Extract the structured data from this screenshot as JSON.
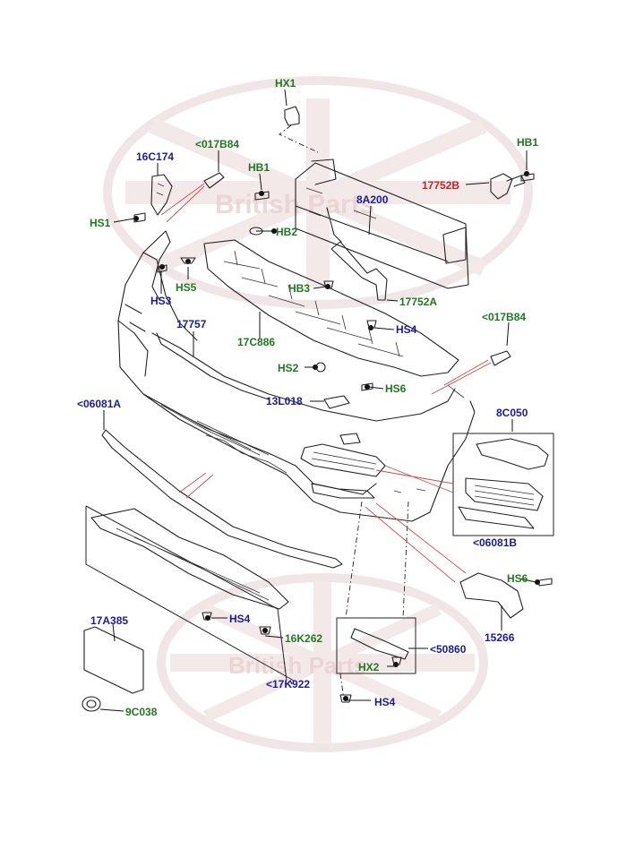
{
  "watermark": {
    "text": "British Parts",
    "color": "#d9b6b6"
  },
  "colors": {
    "blue": "#1a1aa6",
    "green": "#1f7a1f",
    "red": "#d61c1c",
    "line": "#222222",
    "redline": "#d84a4a"
  },
  "labels": {
    "hx1": "HX1",
    "hb1_right": "HB1",
    "c16c174": "16C174",
    "c017b84_top": "<017B84",
    "hb1_left": "HB1",
    "b17752": "17752B",
    "hs1": "HS1",
    "a8a200": "8A200",
    "hb2": "HB2",
    "hs5": "HS5",
    "hs3": "HS3",
    "hb3": "HB3",
    "a17752": "17752A",
    "hs4_mid": "HS4",
    "c017b84_right": "<017B84",
    "c17757": "17757",
    "c17c886": "17C886",
    "hs2": "HS2",
    "hs6_mid": "HS6",
    "c13l018": "13L018",
    "c06081a": "<06081A",
    "c8c050": "8C050",
    "c06081b": "<06081B",
    "hs6_right": "HS6",
    "c15266": "15266",
    "c17a385": "17A385",
    "hs4_plate": "HS4",
    "c16k262": "16K262",
    "c50860": "<50860",
    "hx2": "HX2",
    "c17k922": "<17K922",
    "hs4_bottom": "HS4",
    "c9c038": "9C038"
  }
}
